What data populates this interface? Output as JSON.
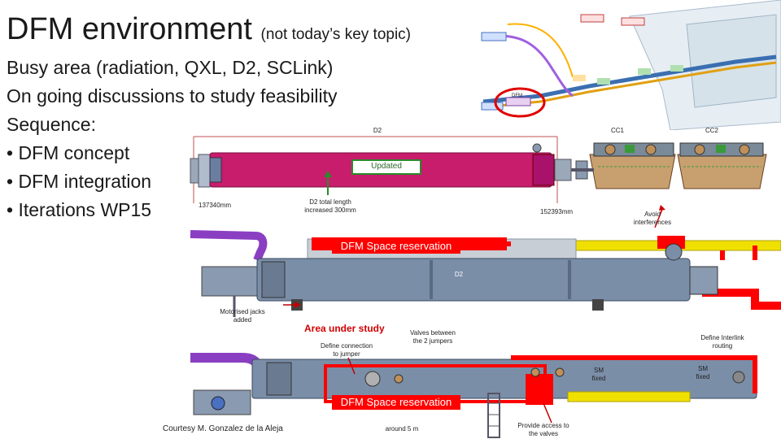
{
  "slide": {
    "title": "DFM environment",
    "title_note": "(not today’s key topic)",
    "bullets": {
      "line1": "Busy area (radiation, QXL, D2, SCLink)",
      "line2": "On going discussions to study feasibility",
      "line3": "Sequence:",
      "items": [
        "DFM concept",
        "DFM integration",
        "Iterations WP15"
      ]
    },
    "credit": "Courtesy M. Gonzalez de la Aleja"
  },
  "top_diagram": {
    "label_d2": "D2",
    "label_cc1": "CC1",
    "label_cc2": "CC2",
    "updated": "Updated",
    "length_note": "D2 total length increased 300mm",
    "left_pos": "137340mm",
    "right_pos": "152393mm",
    "avoid": "Avoid interferences"
  },
  "mid_diagram": {
    "space_reservation": "DFM Space reservation",
    "d2": "D2",
    "jacks": "Motorised jacks added",
    "area": "Area under study",
    "connection": "Define connection to jumper",
    "valves": "Valves between the 2 jumpers",
    "interlink": "Define Interlink routing"
  },
  "bottom_diagram": {
    "sm_fixed_1": "SM fixed",
    "sm_fixed_2": "SM fixed",
    "space_reservation": "DFM Space reservation",
    "around": "around 5 m",
    "access": "Provide access to the valves"
  },
  "map": {
    "label_dfm": "DFM"
  },
  "colors": {
    "magenta": "#c81c6c",
    "red": "#ff0000",
    "purple": "#8a3fc2",
    "yellow": "#f0e000",
    "steel": "#7a8ea8"
  }
}
